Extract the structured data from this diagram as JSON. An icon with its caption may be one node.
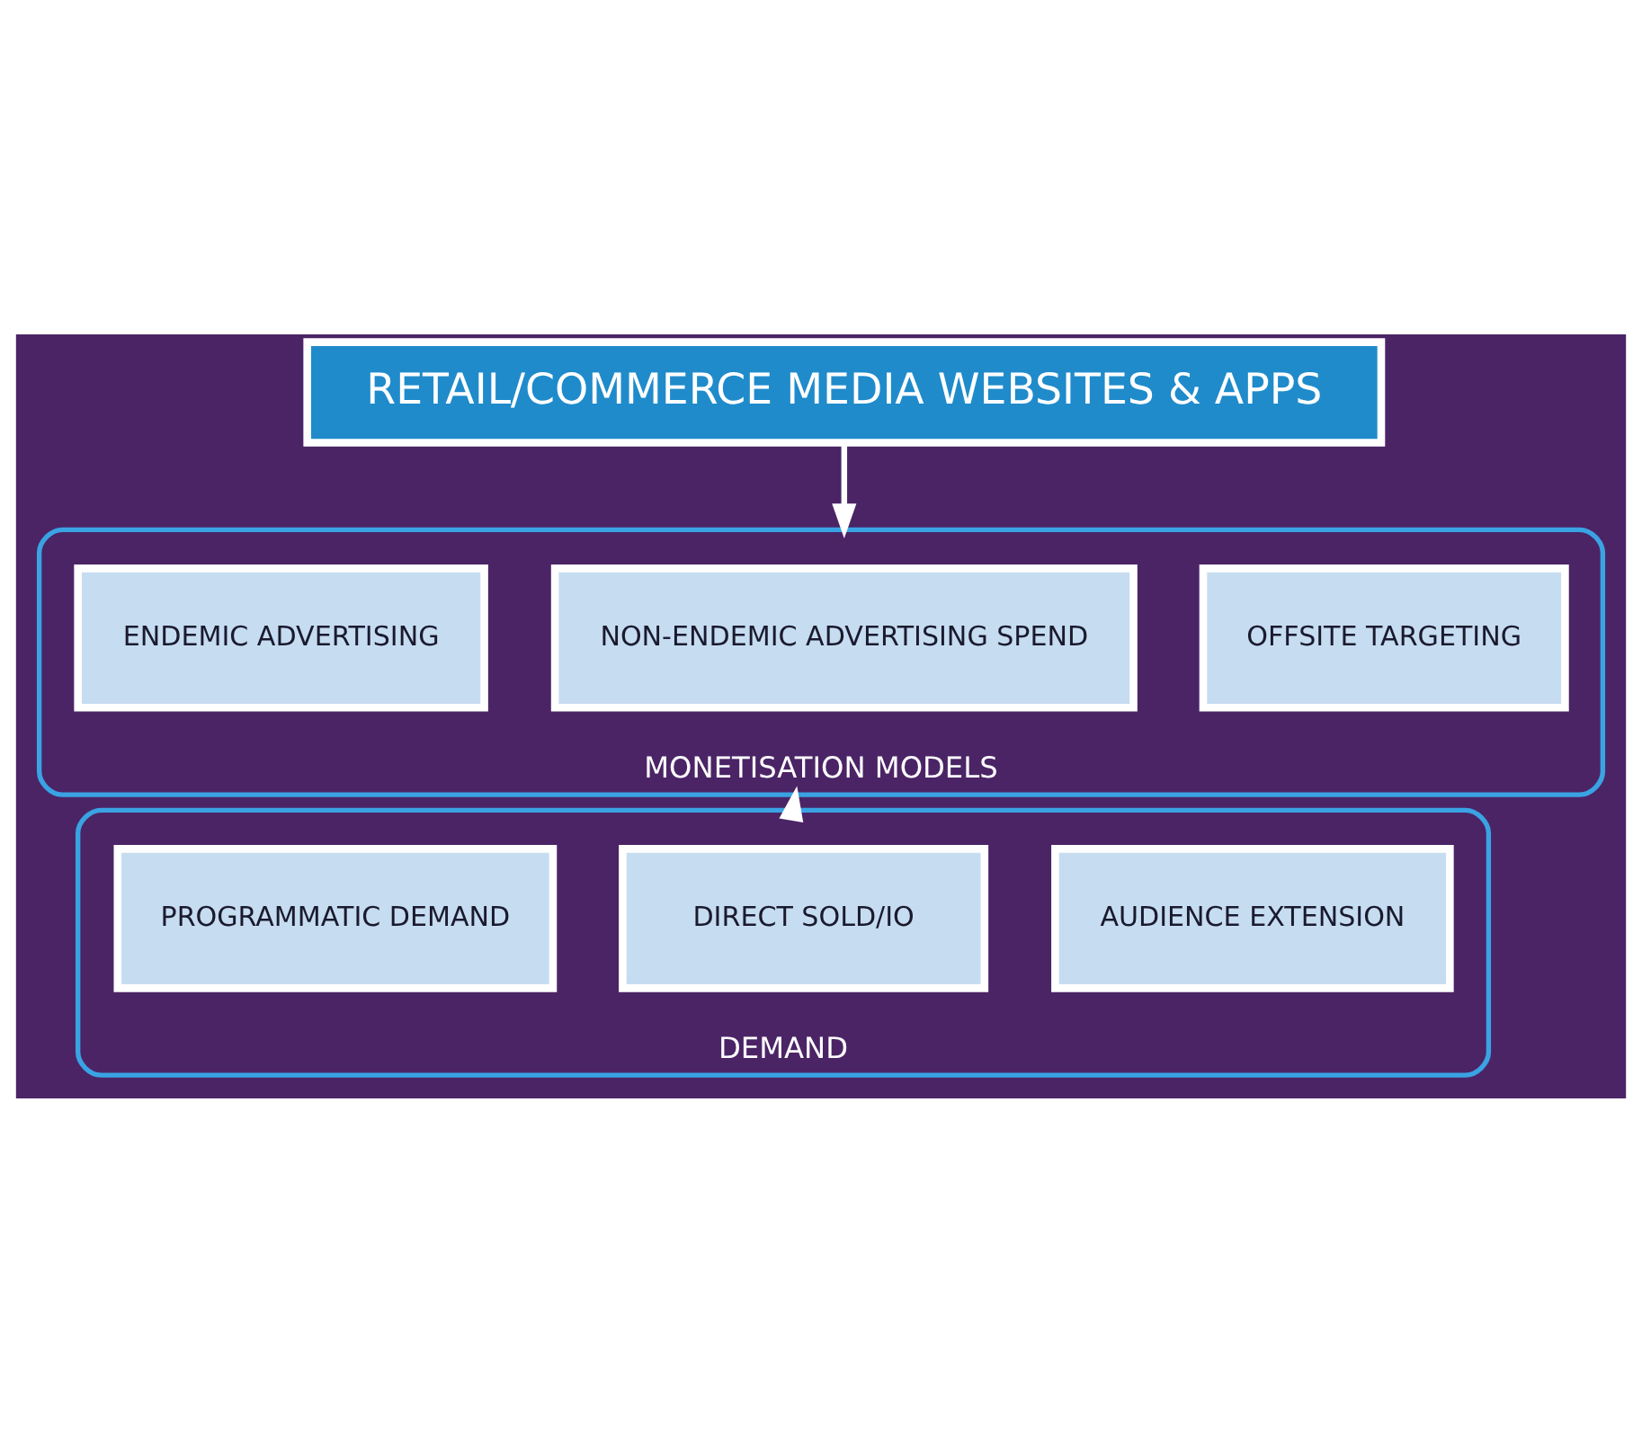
{
  "diagram": {
    "nodes": [
      {
        "text": [
          "RETAIL/COMMERCE MEDIA WEBSITES & APPS"
        ]
      },
      {
        "text": [
          "MONETISATION MODELS"
        ]
      },
      {
        "text": [
          "OFFSITE TARGETING"
        ],
        "in": 1
      },
      {
        "text": [
          "NON-ENDEMIC ADVERTISING SPEND"
        ],
        "in": 1
      },
      {
        "text": [
          "ENDEMIC ADVERTISING"
        ],
        "in": 1
      },
      {
        "text": [
          "DEMAND"
        ]
      },
      {
        "text": [
          "AUDIENCE EXTENSION"
        ],
        "in": 5
      },
      {
        "text": [
          "DIRECT SOLD/IO"
        ],
        "in": 5
      },
      {
        "text": [
          "PROGRAMMATIC DEMAND"
        ],
        "in": 5
      }
    ],
    "edges": [
      {
        "from": 0,
        "to": 1,
        "arrow": "to"
      },
      {
        "from": 5,
        "to": 1,
        "arrow": "to"
      }
    ]
  }
}
